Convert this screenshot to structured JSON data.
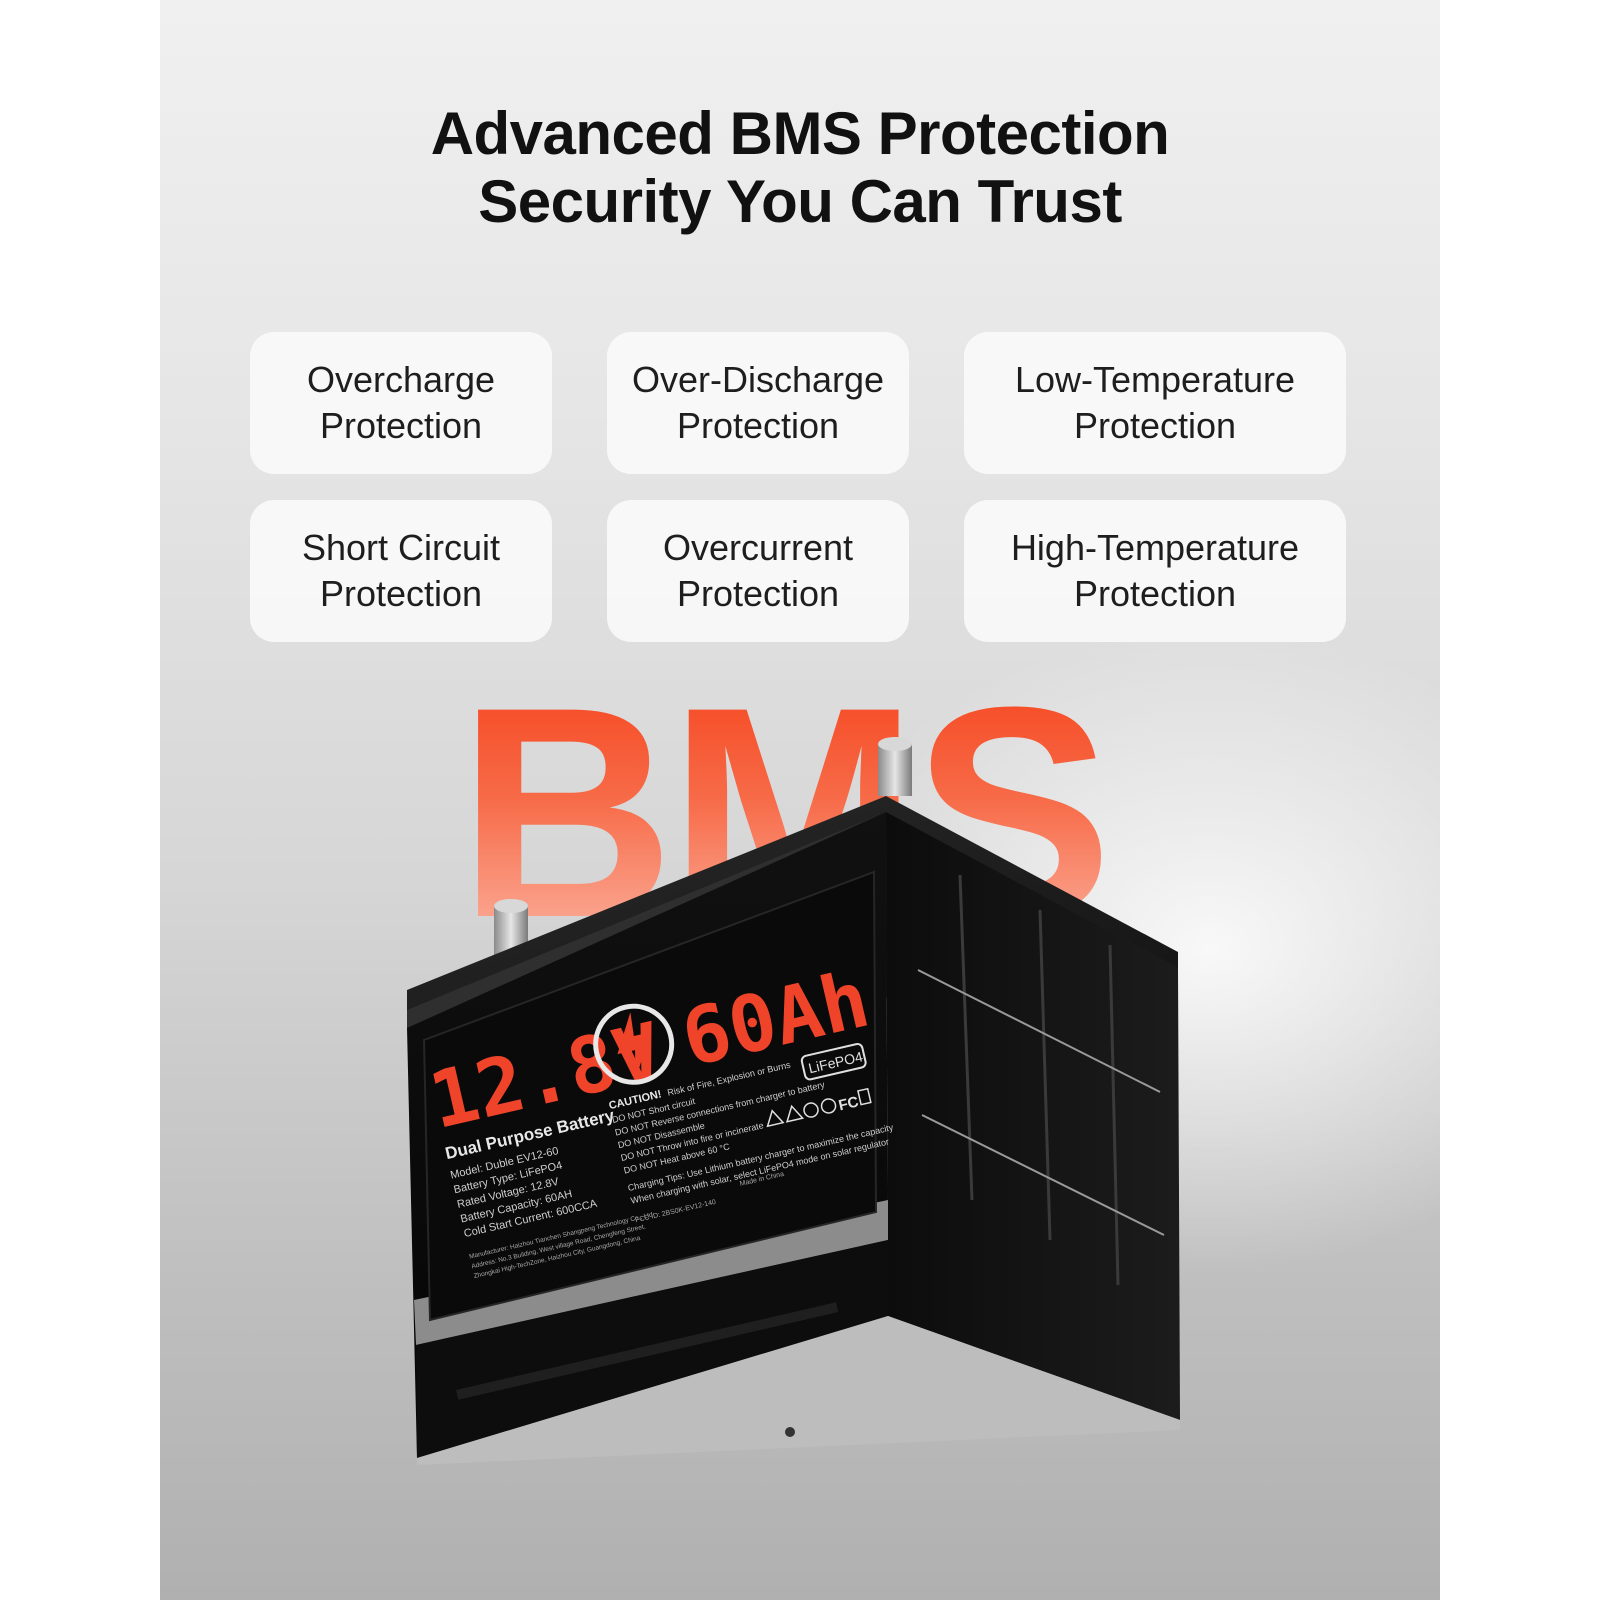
{
  "headline": {
    "line1": "Advanced BMS Protection",
    "line2": "Security You Can Trust"
  },
  "features": [
    {
      "line1": "Overcharge",
      "line2": "Protection"
    },
    {
      "line1": "Over-Discharge",
      "line2": "Protection"
    },
    {
      "line1": "Low-Temperature",
      "line2": "Protection"
    },
    {
      "line1": "Short Circuit",
      "line2": "Protection"
    },
    {
      "line1": "Overcurrent",
      "line2": "Protection"
    },
    {
      "line1": "High-Temperature",
      "line2": "Protection"
    }
  ],
  "bms_text": "BMS",
  "battery_label": {
    "voltage": "12.8V",
    "capacity": "60Ah",
    "chemistry_badge": "LiFePO4",
    "product_type": "Dual Purpose Battery",
    "specs": [
      "Model: Duble EV12-60",
      "Battery Type: LiFePO4",
      "Rated Voltage: 12.8V",
      "Battery Capacity: 60AH",
      "Cold Start Current: 600CCA"
    ],
    "manufacturer": [
      "Manufacturer: Haizhou Tianchen Shangpeng Technology Co., Ltd",
      "Address: No.3 Building, West village Road, Chengfeng Street,",
      "Zhongkai High-TechZone, Haizhou City, Guangdong, China"
    ],
    "caution_title": "CAUTION!",
    "caution_subtitle": "Risk of Fire, Explosion or Burns",
    "caution_items": [
      "DO NOT Short circuit",
      "DO NOT Reverse connections from charger to battery",
      "DO NOT Disassemble",
      "DO NOT Throw into fire or incinerate",
      "DO NOT Heat above 60 °C"
    ],
    "charging_tips": [
      "Charging Tips: Use Lithium battery charger to maximize the capacity",
      "When charging with solar, select LiFePO4 mode on solar regulator"
    ],
    "fcc_id": "FCC ID: 2BS0K-EV12-140",
    "made_in": "Made in China",
    "cert_marks": "FC"
  }
}
